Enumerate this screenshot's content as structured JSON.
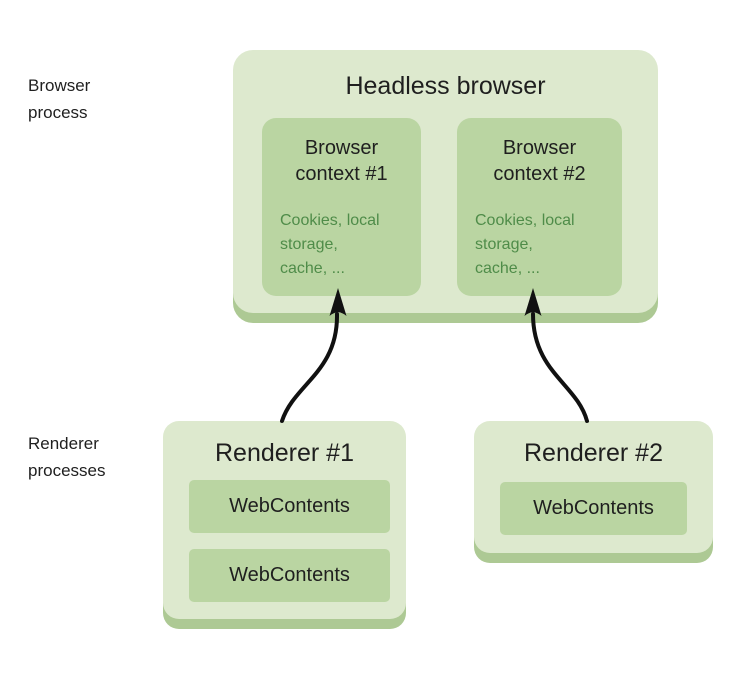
{
  "side_labels": {
    "browser_process": "Browser process",
    "renderer_processes": "Renderer processes"
  },
  "headless_browser": {
    "title": "Headless browser",
    "contexts": [
      {
        "title": "Browser context #1",
        "details_lines": [
          "Cookies, local",
          "storage,",
          "cache, ..."
        ]
      },
      {
        "title": "Browser context #2",
        "details_lines": [
          "Cookies, local",
          "storage,",
          "cache, ..."
        ]
      }
    ]
  },
  "renderers": [
    {
      "title": "Renderer #1",
      "web_contents": [
        "WebContents",
        "WebContents"
      ]
    },
    {
      "title": "Renderer #2",
      "web_contents": [
        "WebContents"
      ]
    }
  ],
  "connectors": [
    {
      "name": "renderer1-to-context1",
      "style": "curved-arrow-up"
    },
    {
      "name": "renderer2-to-context2",
      "style": "curved-arrow-up"
    }
  ],
  "colors": {
    "background": "#ffffff",
    "box_light": "#dde9ce",
    "box_medium": "#bad5a2",
    "box_shadow": "#adc994",
    "text_dark": "#1f1f1f",
    "text_green": "#4f8c49",
    "arrow": "#111111"
  }
}
